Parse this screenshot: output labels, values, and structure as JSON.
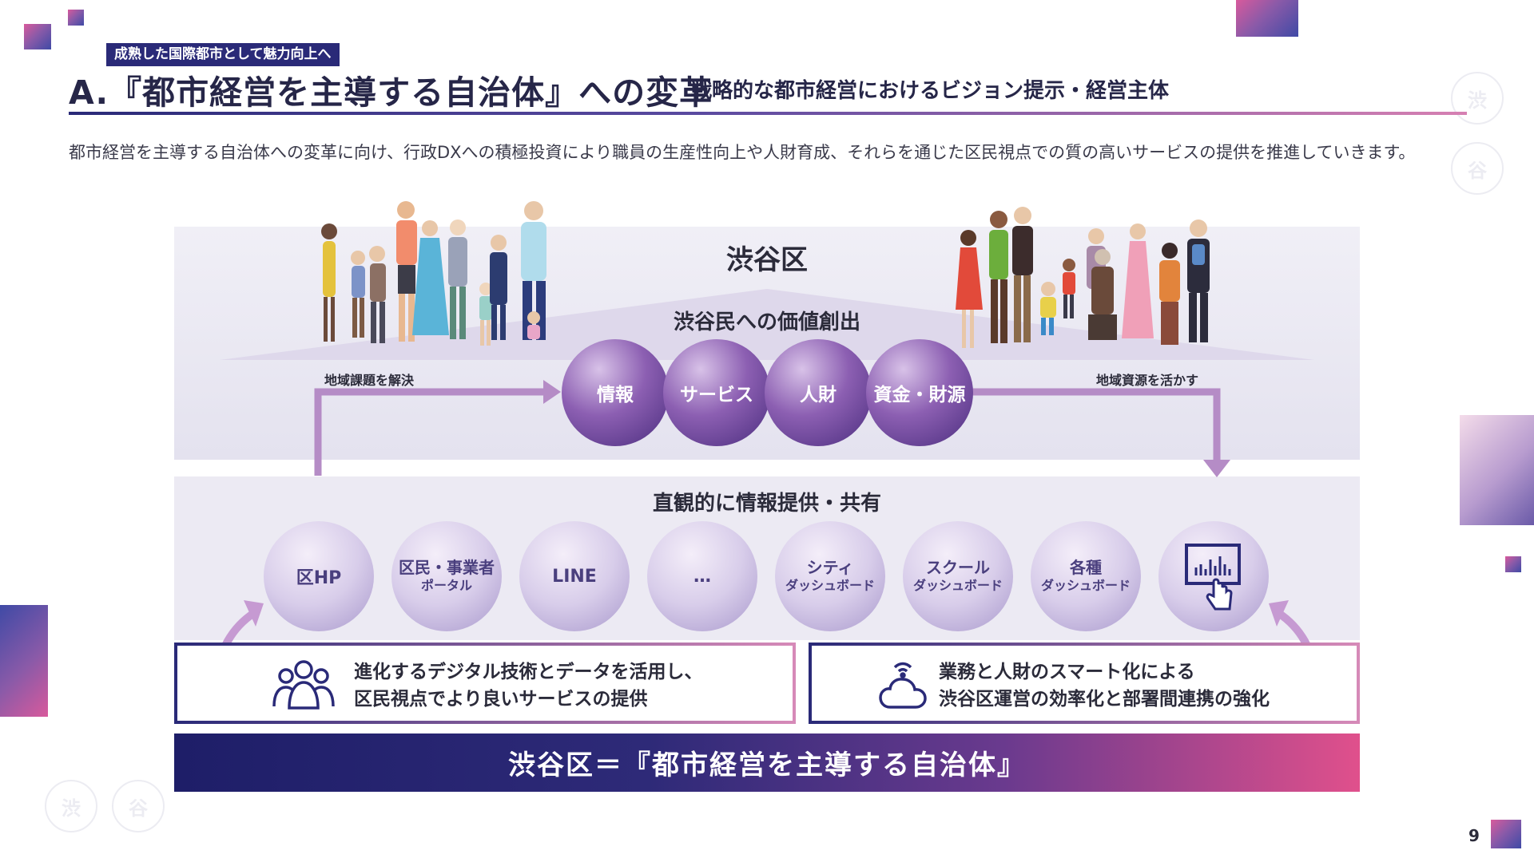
{
  "header": {
    "category_tag": "成熟した国際都市として魅力向上へ",
    "title": "A.『都市経営を主導する自治体』への変革",
    "subtitle": "戦略的な都市経営におけるビジョン提示・経営主体"
  },
  "lead_text": "都市経営を主導する自治体への変革に向け、行政DXへの積極投資により職員の生産性向上や人財育成、それらを通じた区民視点での質の高いサービスの提供を推進していきます。",
  "diagram": {
    "district_name": "渋谷区",
    "value_title": "渋谷民への価値創出",
    "left_label": "地域課題を解決",
    "right_label": "地域資源を活かす",
    "resources": [
      "情報",
      "サービス",
      "人財",
      "資金・財源"
    ],
    "info_title": "直観的に情報提供・共有",
    "channels": [
      {
        "line1": "区HP",
        "line2": ""
      },
      {
        "line1": "区民・事業者",
        "line2": "ポータル"
      },
      {
        "line1": "LINE",
        "line2": ""
      },
      {
        "line1": "…",
        "line2": ""
      },
      {
        "line1": "シティ",
        "line2": "ダッシュボード"
      },
      {
        "line1": "スクール",
        "line2": "ダッシュボード"
      },
      {
        "line1": "各種",
        "line2": "ダッシュボード"
      }
    ],
    "left_box": {
      "line1": "進化するデジタル技術とデータを活用し、",
      "line2": "区民視点でより良いサービスの提供"
    },
    "right_box": {
      "line1": "業務と人財のスマート化による",
      "line2": "渋谷区運営の効率化と部署間連携の強化"
    },
    "banner": "渋谷区＝『都市経営を主導する自治体』"
  },
  "decor": {
    "stamp_left": "渋",
    "stamp_right": "谷"
  },
  "page_number": "9",
  "colors": {
    "navy": "#2a2a78",
    "violet": "#8a5aa8",
    "pink": "#d85a9c",
    "arrow": "#b58cc6"
  }
}
